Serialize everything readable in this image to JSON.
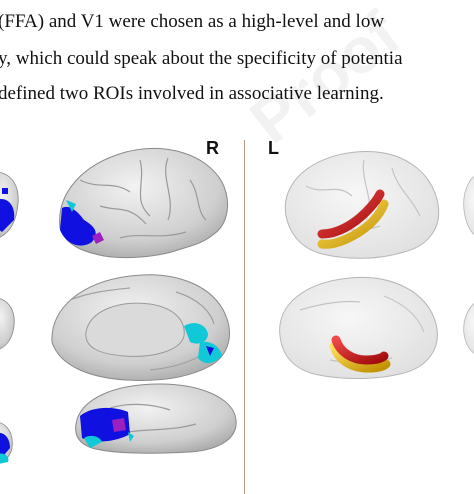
{
  "text": {
    "line1": "(FFA) and V1 were chosen as a high-level and low",
    "line2": "y, which could speak about the specificity of potentia",
    "line3": "defined two ROIs involved in associative learning."
  },
  "watermark": "Proof",
  "figure": {
    "left_panel_letter": "R",
    "right_panel_letter": "L"
  },
  "colors": {
    "roi_blue": "#1010e0",
    "roi_cyan": "#10c8d8",
    "roi_purple": "#9a20c0",
    "roi_red": "#d42020",
    "roi_yellow": "#e8c000",
    "divider": "#b49a86"
  }
}
